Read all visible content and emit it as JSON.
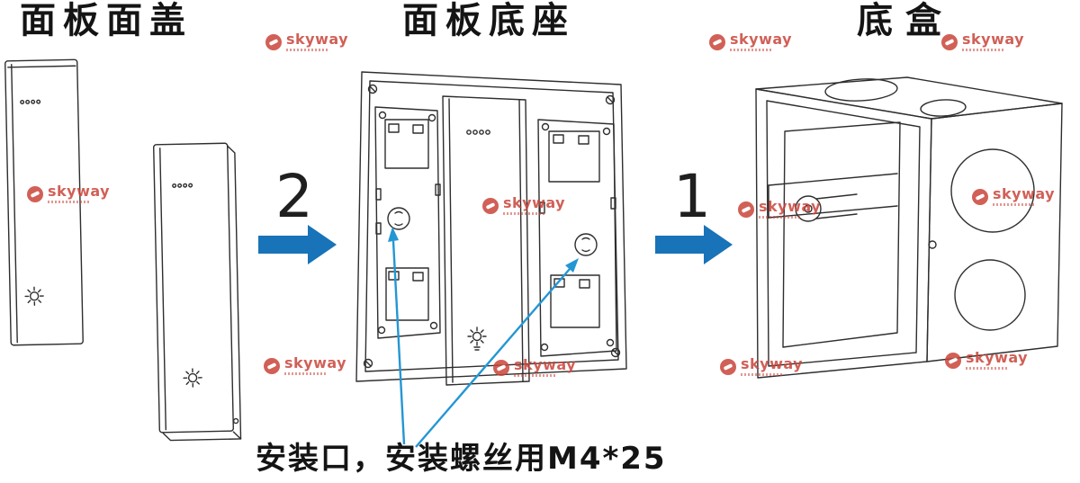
{
  "diagram": {
    "sections": [
      {
        "id": "panel-cover",
        "title": "面板面盖"
      },
      {
        "id": "panel-base",
        "title": "面板底座"
      },
      {
        "id": "bottom-box",
        "title": "底盒"
      }
    ],
    "steps": [
      {
        "label": "2"
      },
      {
        "label": "1"
      }
    ],
    "caption": "安装口，安装螺丝用M4*25"
  },
  "watermark": {
    "text": "skyway"
  },
  "colors": {
    "line_black": "#2e2e2e",
    "step_arrow_blue": "#1873b8",
    "callout_blue": "#2496d4",
    "watermark_red": "#c9453a",
    "title_black": "#141414"
  }
}
